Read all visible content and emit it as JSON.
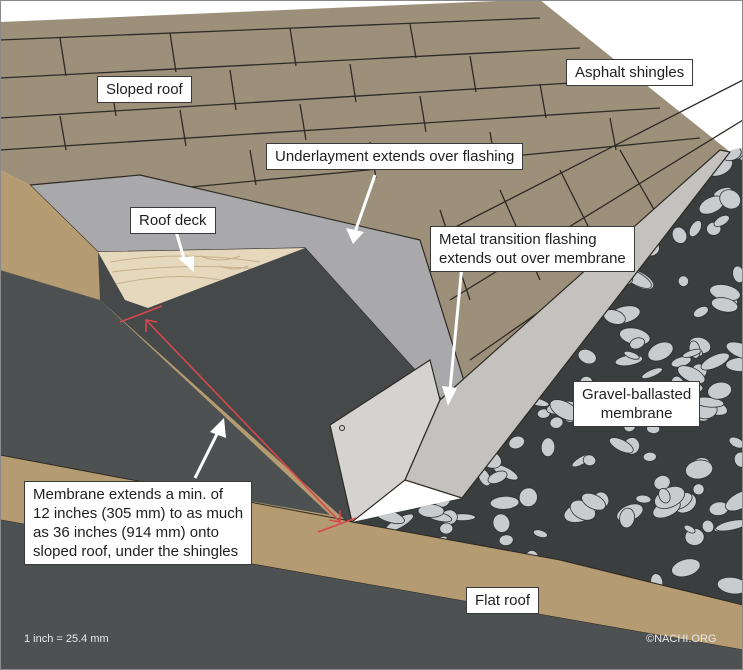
{
  "labels": {
    "sloped_roof": "Sloped roof",
    "asphalt_shingles": "Asphalt shingles",
    "underlayment": "Underlayment extends over flashing",
    "roof_deck": "Roof deck",
    "metal_flashing": "Metal transition flashing\nextends out over membrane",
    "gravel_membrane": "Gravel-ballasted\nmembrane",
    "membrane_extends": "Membrane extends a min. of\n12 inches (305 mm) to as much\nas 36 inches (914 mm) onto\nsloped roof, under the shingles",
    "flat_roof": "Flat roof"
  },
  "footer": {
    "conversion": "1 inch = 25.4 mm",
    "copyright": "©NACHI.ORG"
  },
  "colors": {
    "shingle": "#9c907b",
    "shingle_line": "#2f2a24",
    "underlayment": "#a9a9ab",
    "membrane": "#46494a",
    "roof_deck": "#e6d8bd",
    "fascia": "#b49b71",
    "flashing": "#d4d3d1",
    "gravel_base": "#3b3e3f",
    "gravel_stone": "#c9ccce",
    "building_dark": "#4e5152",
    "dimension_line": "#d6484c",
    "border": "#8a8a8a"
  }
}
